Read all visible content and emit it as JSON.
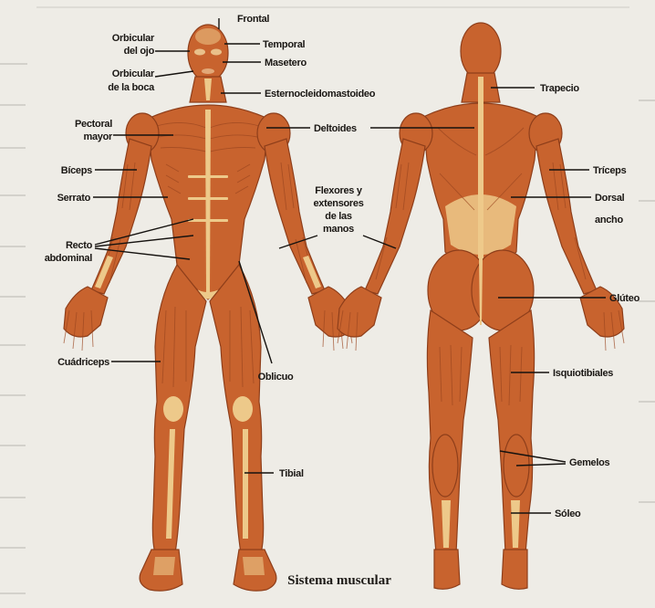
{
  "title": "Sistema muscular",
  "labels": {
    "frontal": "Frontal",
    "orbicular_ojo": [
      "Orbicular",
      "del ojo"
    ],
    "temporal": "Temporal",
    "orbicular_boca": [
      "Orbicular",
      "de la boca"
    ],
    "masetero": "Masetero",
    "esternocleidomastoideo": "Esternocleidomastoideo",
    "pectoral_mayor": [
      "Pectoral",
      "mayor"
    ],
    "deltoides": "Deltoides",
    "biceps": "Bíceps",
    "serrato": "Serrato",
    "flexores": [
      "Flexores y",
      "extensores",
      "de las",
      "manos"
    ],
    "recto_abdominal": [
      "Recto",
      "abdominal"
    ],
    "cuadriceps": "Cuádriceps",
    "oblicuo": "Oblicuo",
    "tibial": "Tibial",
    "trapecio": "Trapecio",
    "triceps": "Tríceps",
    "dorsal_ancho": [
      "Dorsal",
      "ancho"
    ],
    "gluteo": "Glúteo",
    "isquiotibiales": "Isquiotibiales",
    "gemelos": "Gemelos",
    "soleo": "Sóleo"
  },
  "colors": {
    "muscle": "#c8632e",
    "tendon": "#edc98a",
    "paper": "#eeece6"
  }
}
